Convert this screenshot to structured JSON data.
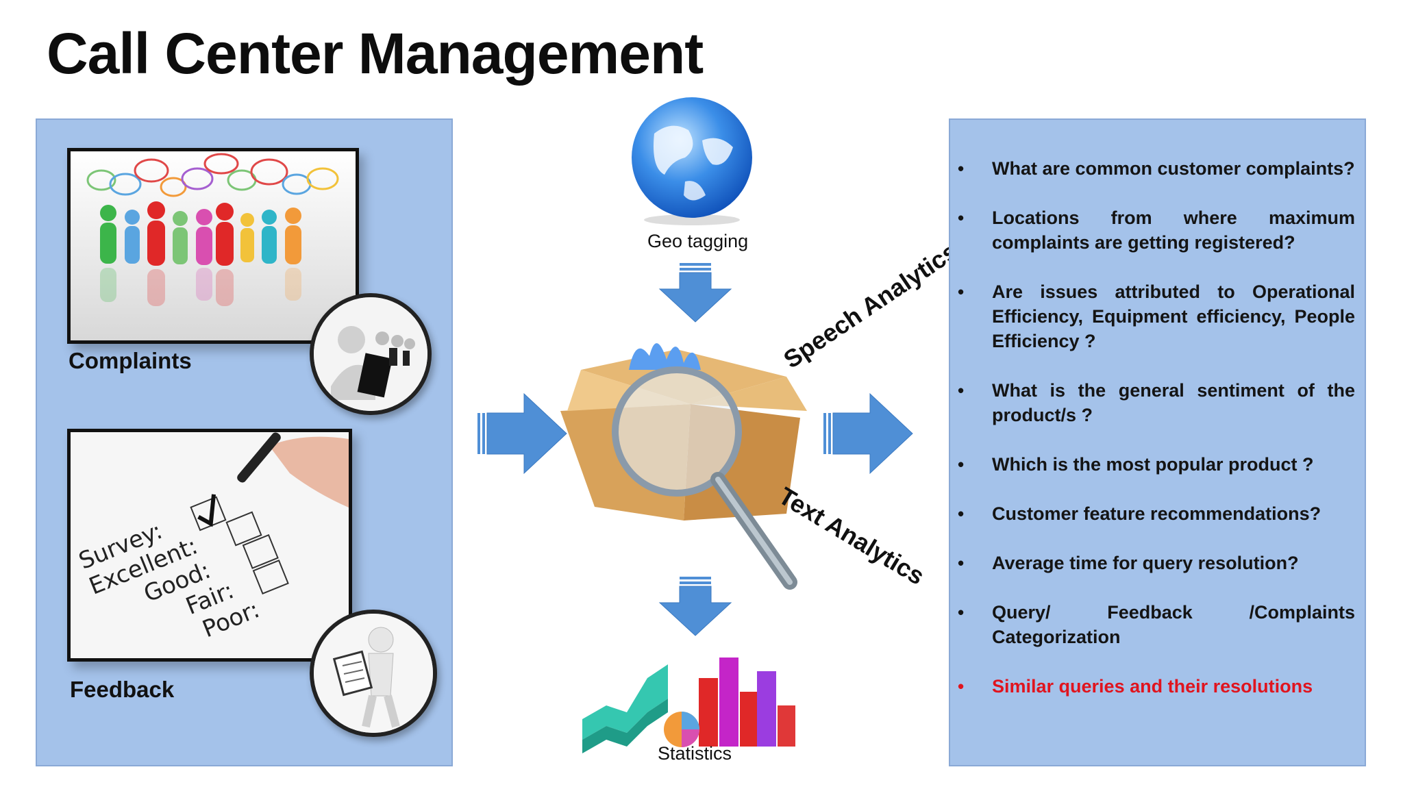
{
  "title": "Call Center Management",
  "left_panel": {
    "complaints_label": "Complaints",
    "feedback_label": "Feedback",
    "survey": {
      "heading": "Survey:",
      "options": [
        "Excellent:",
        "Good:",
        "Fair:",
        "Poor:"
      ]
    }
  },
  "center": {
    "geo_label": "Geo tagging",
    "statistics_label": "Statistics",
    "speech_label": "Speech Analytics",
    "text_label": "Text Analytics"
  },
  "right_panel": {
    "bullets": [
      "What are common customer complaints?",
      "Locations from where maximum complaints are getting registered?",
      "Are issues attributed to Operational Efficiency, Equipment efficiency, People Efficiency ?",
      "What is the general sentiment of the product/s ?",
      "Which is the most popular product ?",
      "Customer feature recommendations?",
      "Average time for query resolution?",
      "Query/ Feedback /Complaints Categorization",
      "Similar queries and their resolutions"
    ]
  },
  "colors": {
    "panel": "#a4c2ea",
    "arrow": "#4f8fd6",
    "highlight": "#e0141e"
  }
}
